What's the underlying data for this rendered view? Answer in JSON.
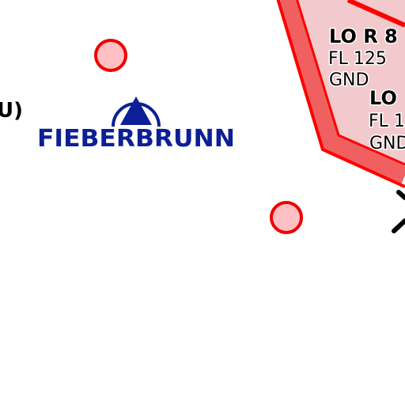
{
  "map": {
    "place_label": "FIEBERBRUNN",
    "edge_label_left": "U)",
    "restricted_areas": [
      {
        "designator": "LO R 8",
        "upper_limit": "FL 125",
        "lower_limit": "GND"
      },
      {
        "designator": "LO",
        "upper_limit": "FL 1",
        "lower_limit": "GND"
      }
    ],
    "colors": {
      "restricted_fill": "#f2c9cc",
      "restricted_border": "#ff0000",
      "restricted_band": "#f06060",
      "reporting_point_fill": "#ffc0c4",
      "reporting_point_border": "#ee0000",
      "place_color": "#0c1f96"
    },
    "symbols": [
      "reporting-point",
      "reporting-point",
      "airfield-symbol",
      "route-line"
    ]
  }
}
